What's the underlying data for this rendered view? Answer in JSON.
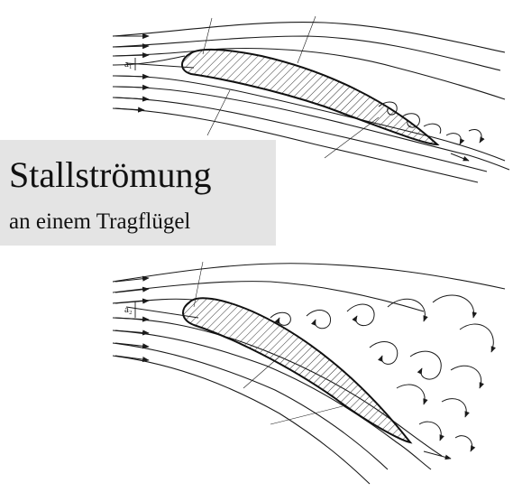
{
  "title": "Stallströmung",
  "subtitle": "an einem Tragflügel",
  "labels": {
    "alpha_top": "a₁",
    "alpha_bottom": "a₂"
  },
  "colors": {
    "ink": "#1a1a1a",
    "background": "#ffffff",
    "title_box": "#e4e4e4"
  },
  "icons": [
    "flow-arrow-icon",
    "vortex-swirl-icon"
  ]
}
